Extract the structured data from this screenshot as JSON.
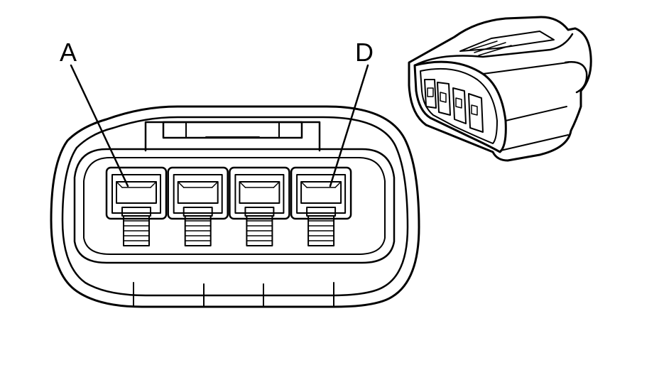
{
  "diagram": {
    "type": "connector-pinout",
    "pin_labels": {
      "first": "A",
      "last": "D"
    },
    "terminal_count": 4,
    "colors": {
      "line": "#000000",
      "background": "#ffffff"
    }
  }
}
